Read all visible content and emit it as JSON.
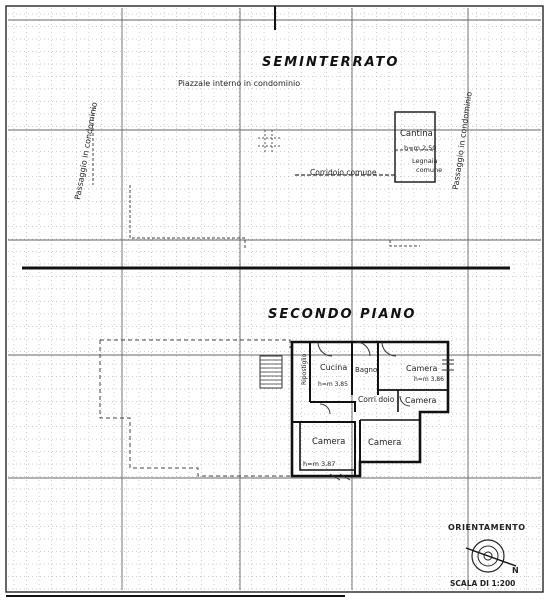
{
  "basement": {
    "title": "SEMINTERRATO",
    "courtyard": "Piazzale interno in condominio",
    "passage_left": "Passaggio in condominio",
    "passage_right": "Passaggio in condominio",
    "cellar": "Cantina",
    "cellar_height": "h=m 2,50",
    "cellar_note_1": "Legnaia",
    "cellar_note_2": "comune",
    "corridor": "Corridoio comune"
  },
  "second_floor": {
    "title": "SECONDO PIANO",
    "kitchen": "Cucina",
    "kitchen_height": "h=m 3,85",
    "bathroom": "Bagno",
    "corridor": "Corri doio",
    "ripost": "Ripostiglio",
    "bedroom_ne": "Camera",
    "bedroom_ne_height": "h=m 3,86",
    "bedroom_e": "Camera",
    "bedroom_sw": "Camera",
    "bedroom_sw_height": "h=m 3,87",
    "bedroom_s": "Camera"
  },
  "orientation": {
    "label": "ORIENTAMENTO",
    "north": "N"
  },
  "scale": "SCALA DI 1:200"
}
